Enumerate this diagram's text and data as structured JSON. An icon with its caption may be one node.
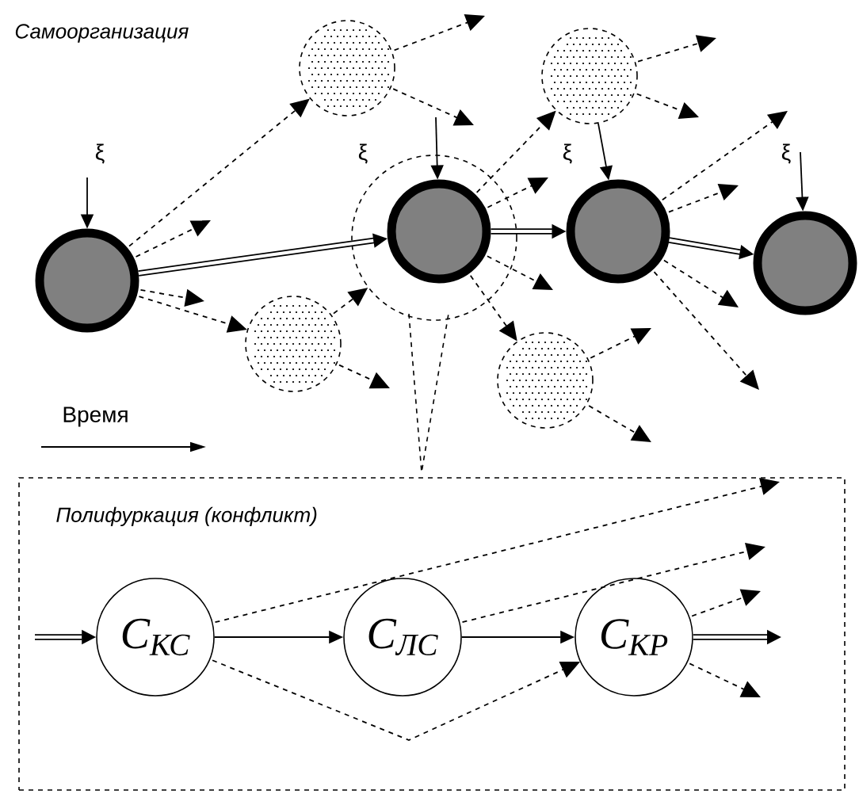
{
  "diagram": {
    "nodes": [
      {
        "text": [],
        "shape": "circle"
      },
      {
        "text": [],
        "shape": "circle"
      },
      {
        "text": [],
        "shape": "circle"
      },
      {
        "text": [],
        "shape": "circle"
      },
      {
        "text": [],
        "shape": "circle",
        "in": 3
      },
      {
        "text": [],
        "shape": "circle"
      },
      {
        "text": [],
        "shape": "circle"
      },
      {
        "text": [],
        "shape": "circle"
      },
      {
        "text": [],
        "shape": "circle"
      },
      {
        "text": [
          "Полифуркация (конфликт)"
        ]
      },
      {
        "text": [
          "C$_{КС}$"
        ],
        "in": 9
      },
      {
        "text": [
          "C$_{ЛС}$"
        ],
        "in": 9
      },
      {
        "text": [
          "C$_{КР}$"
        ],
        "in": 9
      }
    ],
    "edges": [
      {
        "from": null,
        "to": 0,
        "arrow": "to",
        "label": "ξ"
      },
      {
        "from": null,
        "to": 4,
        "arrow": "to",
        "label": "ξ"
      },
      {
        "from": 5,
        "to": 6,
        "arrow": "to",
        "label": "ξ"
      },
      {
        "from": null,
        "to": 8,
        "arrow": "to",
        "label": "ξ"
      },
      {
        "from": 0,
        "to": 4,
        "arrow": "to",
        "style": "thick"
      },
      {
        "from": 4,
        "to": 6,
        "arrow": "to",
        "style": "thick"
      },
      {
        "from": 6,
        "to": 8,
        "arrow": "to",
        "style": "thick"
      },
      {
        "from": 0,
        "to": 1,
        "arrow": "to",
        "style": "dashed"
      },
      {
        "from": 0,
        "to": null,
        "arrow": "to",
        "style": "dashed"
      },
      {
        "from": 0,
        "to": null,
        "arrow": "to",
        "style": "dashed"
      },
      {
        "from": 0,
        "to": 2,
        "arrow": "to",
        "style": "dashed"
      },
      {
        "from": 1,
        "to": null,
        "arrow": "to",
        "style": "dashed"
      },
      {
        "from": 1,
        "to": null,
        "arrow": "to",
        "style": "dashed"
      },
      {
        "from": 2,
        "to": 3,
        "arrow": "to",
        "style": "dashed"
      },
      {
        "from": 2,
        "to": null,
        "arrow": "to",
        "style": "dashed"
      },
      {
        "from": 4,
        "to": 5,
        "arrow": "to",
        "style": "dashed"
      },
      {
        "from": 4,
        "to": null,
        "arrow": "to",
        "style": "dashed"
      },
      {
        "from": 4,
        "to": null,
        "arrow": "to",
        "style": "dashed"
      },
      {
        "from": 4,
        "to": 7,
        "arrow": "to",
        "style": "dashed"
      },
      {
        "from": 5,
        "to": null,
        "arrow": "to",
        "style": "dashed"
      },
      {
        "from": 5,
        "to": null,
        "arrow": "to",
        "style": "dashed"
      },
      {
        "from": 6,
        "to": null,
        "arrow": "to",
        "style": "dashed"
      },
      {
        "from": 6,
        "to": null,
        "arrow": "to",
        "style": "dashed"
      },
      {
        "from": 6,
        "to": null,
        "arrow": "to",
        "style": "dashed"
      },
      {
        "from": 6,
        "to": null,
        "arrow": "to",
        "style": "dashed"
      },
      {
        "from": 7,
        "to": null,
        "arrow": "to",
        "style": "dashed"
      },
      {
        "from": 7,
        "to": null,
        "arrow": "to",
        "style": "dashed"
      },
      {
        "from": null,
        "to": 10,
        "arrow": "to",
        "style": "thick"
      },
      {
        "from": 10,
        "to": 11,
        "arrow": "to"
      },
      {
        "from": 11,
        "to": 12,
        "arrow": "to"
      },
      {
        "from": 12,
        "to": null,
        "arrow": "to",
        "style": "thick"
      },
      {
        "from": 10,
        "to": null,
        "arrow": "to",
        "style": "dashed"
      },
      {
        "from": 11,
        "to": null,
        "arrow": "to",
        "style": "dashed"
      },
      {
        "from": 12,
        "to": null,
        "arrow": "to",
        "style": "dashed"
      },
      {
        "from": 12,
        "to": null,
        "arrow": "to",
        "style": "dashed"
      },
      {
        "from": 10,
        "to": 12,
        "arrow": "to",
        "style": "dashed"
      }
    ],
    "labels": [
      "Самоорганизация",
      "Время"
    ]
  }
}
